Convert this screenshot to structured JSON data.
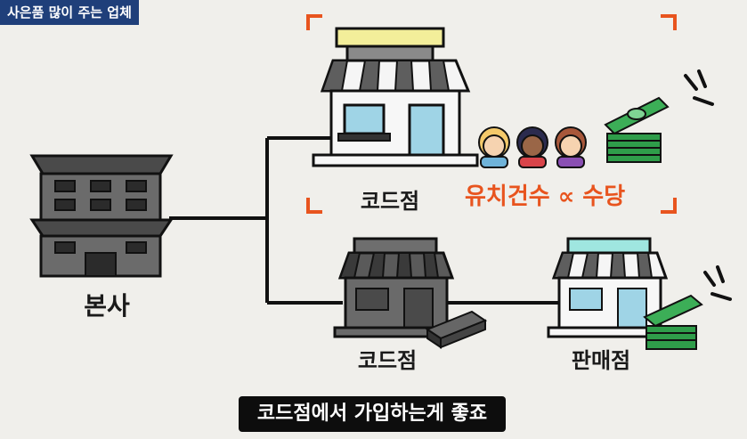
{
  "tag": "사은품 많이 주는 업체",
  "labels": {
    "hq": "본사",
    "code_store_top": "코드점",
    "code_store_bottom": "코드점",
    "sales_store": "판매점"
  },
  "formula": "유치건수 ∝ 수당",
  "caption": "코드점에서 가입하는게 좋죠",
  "colors": {
    "accent": "#e8541e",
    "tag_bg": "#1f3f7a",
    "store_roof_yellow": "#f3ee9a",
    "store_roof_teal": "#9fe6e0",
    "money_green": "#2f9d4a"
  },
  "icons": [
    "hq-building-icon",
    "store-icon",
    "people-icon",
    "money-stack-icon",
    "sparkle-lines-icon"
  ]
}
